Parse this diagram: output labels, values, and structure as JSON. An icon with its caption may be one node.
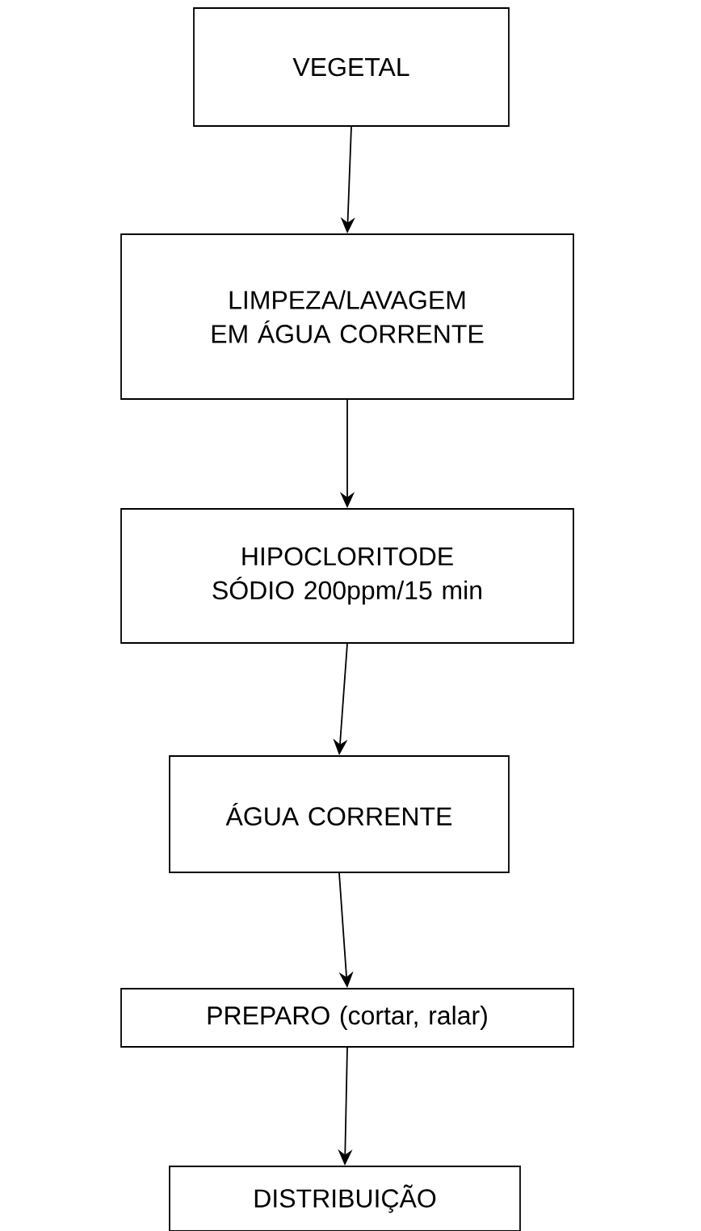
{
  "diagram": {
    "nodes": [
      {
        "text": [
          "VEGETAL"
        ]
      },
      {
        "text": [
          "LIMPEZA/LAVAGEM EM ÁGUA CORRENTE"
        ]
      },
      {
        "text": [
          "HIPOCLORITODE SÓDIO 200ppm/15 min"
        ]
      },
      {
        "text": [
          "ÁGUA CORRENTE"
        ]
      },
      {
        "text": [
          "PREPARO (cortar, ralar)"
        ]
      },
      {
        "text": [
          "DISTRIBUIÇÃO"
        ]
      }
    ],
    "edges": [
      {
        "from": 0,
        "to": 1,
        "arrow": "to"
      },
      {
        "from": 1,
        "to": 2,
        "arrow": "to"
      },
      {
        "from": 2,
        "to": 3,
        "arrow": "to"
      },
      {
        "from": 3,
        "to": 4,
        "arrow": "to"
      },
      {
        "from": 4,
        "to": 5,
        "arrow": "to"
      }
    ]
  }
}
